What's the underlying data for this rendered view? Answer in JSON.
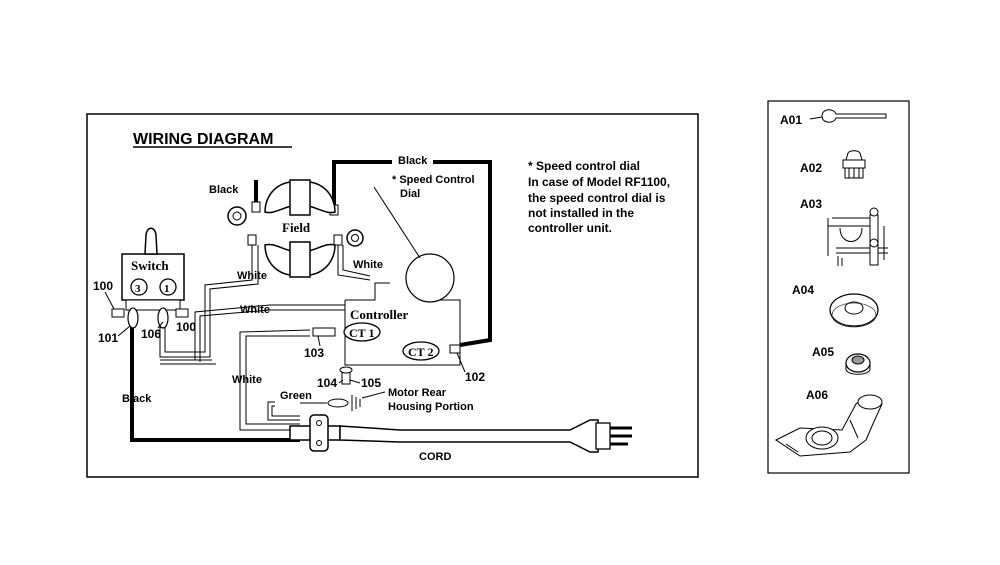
{
  "wiring": {
    "title": "WIRING DIAGRAM",
    "note": {
      "line1": "*  Speed control dial",
      "line2": "In case of Model RF1100,",
      "line3": "the speed control dial is",
      "line4": "not installed in the",
      "line5": "controller unit."
    },
    "labels": {
      "black_top": "Black",
      "black_field": "Black",
      "black_left": "Black",
      "speed_dial_1": "* Speed Control",
      "speed_dial_2": "Dial",
      "field": "Field",
      "switch": "Switch",
      "terminal_3": "3",
      "terminal_1": "1",
      "white_1": "White",
      "white_2": "White",
      "white_3": "White",
      "white_4": "White",
      "controller": "Controller",
      "ct1": "CT 1",
      "ct2": "CT 2",
      "green": "Green",
      "motor_rear_1": "Motor Rear",
      "motor_rear_2": "Housing Portion",
      "cord": "CORD"
    },
    "part_numbers": {
      "p100a": "100",
      "p100b": "100",
      "p101": "101",
      "p106": "106",
      "p103": "103",
      "p102": "102",
      "p104": "104",
      "p105": "105"
    }
  },
  "accessories": [
    {
      "id": "A01"
    },
    {
      "id": "A02"
    },
    {
      "id": "A03"
    },
    {
      "id": "A04"
    },
    {
      "id": "A05"
    },
    {
      "id": "A06"
    }
  ]
}
